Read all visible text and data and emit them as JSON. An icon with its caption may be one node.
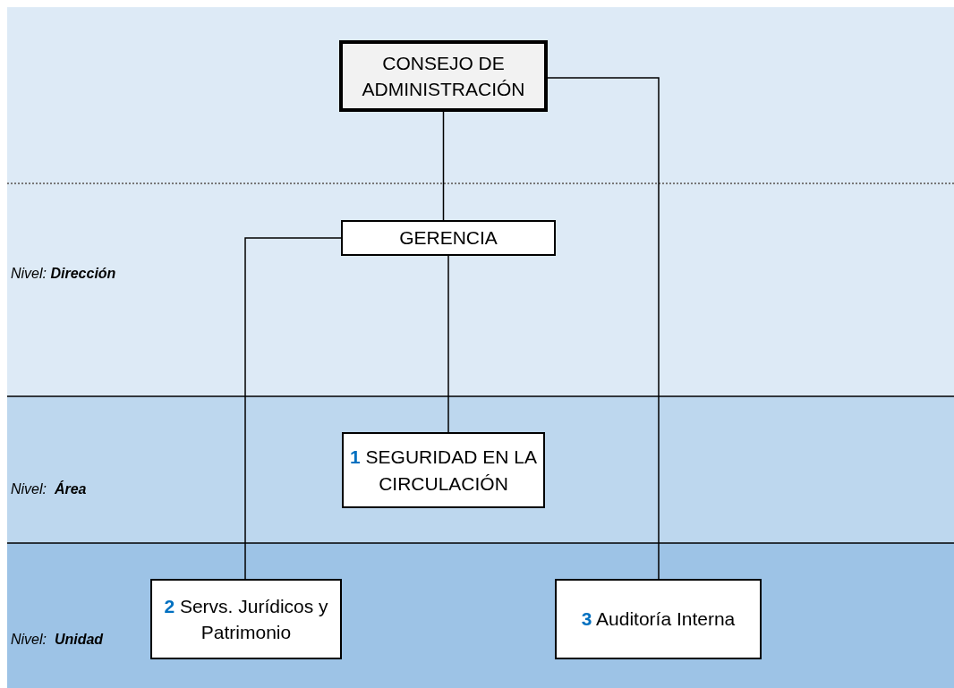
{
  "diagram": {
    "nodes": [
      {
        "text": [
          "CONSEJO DE ADMINISTRACIÓN"
        ]
      },
      {
        "text": [
          "GERENCIA"
        ]
      },
      {
        "text": [
          "**1** SEGURIDAD EN LA CIRCULACIÓN"
        ]
      },
      {
        "text": [
          "**2** Servs. Jurídicos y Patrimonio"
        ]
      },
      {
        "text": [
          "**3** Auditoría Interna"
        ]
      }
    ],
    "edges": [
      {
        "from": 0,
        "to": 1,
        "arrow": "none"
      },
      {
        "from": 0,
        "to": 4,
        "arrow": "none"
      },
      {
        "from": 1,
        "to": 2,
        "arrow": "none"
      },
      {
        "from": 1,
        "to": 3,
        "arrow": "none"
      }
    ],
    "labels": [
      "Nivel: **Dirección**",
      "Nivel:  **Área**",
      "Nivel:  **Unidad**"
    ]
  }
}
